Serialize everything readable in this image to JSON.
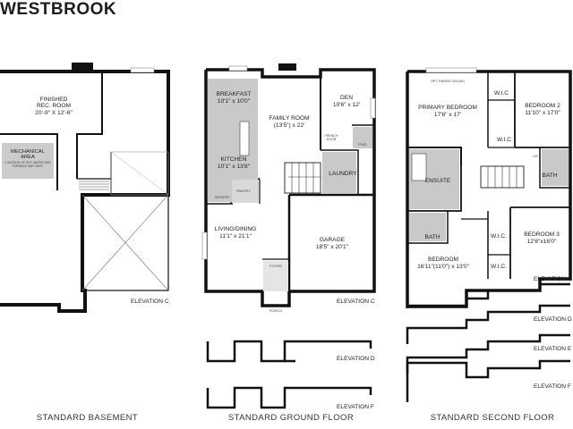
{
  "title": "WESTBROOK",
  "plans": {
    "basement": "STANDARD BASEMENT",
    "ground": "STANDARD GROUND FLOOR",
    "second": "STANDARD SECOND FLOOR"
  },
  "basement": {
    "rec_name": "FINISHED",
    "rec_name2": "REC. ROOM",
    "rec_dim": "20'-9\" X 12'-6\"",
    "mech_name": "MECHANICAL",
    "mech_name2": "AREA",
    "mech_note": "LOCATION OF HOT WATER AND",
    "mech_note2": "FURNACE MAY VARY",
    "elevation": "ELEVATION C"
  },
  "ground": {
    "breakfast": "BREAKFAST",
    "breakfast_dim": "10'1\" x 10'0\"",
    "family": "FAMILY ROOM",
    "family_dim": "(13'5\") x 22'",
    "den": "DEN",
    "den_dim": "10'6\" x 12'",
    "kitchen": "KITCHEN",
    "kitchen_dim": "10'1\" x 13'8\"",
    "laundry": "LAUNDRY",
    "living": "LIVING/DINING",
    "living_dim": "11'1\" x 21'1\"",
    "garage": "GARAGE",
    "garage_dim": "18'5\" x 20'1\"",
    "foyer": "FOYER",
    "porch": "PORCH",
    "pantry": "PANTRY",
    "servery": "SERVERY",
    "french_door": "FRENCH",
    "french_door2": "DOOR",
    "pwd": "PWD",
    "elev_c": "ELEVATION C",
    "elev_d": "ELEVATION D",
    "elev_f": "ELEVATION F"
  },
  "second": {
    "opt_ceiling": "OPT. RAISED CEILING",
    "primary": "PRIMARY BEDROOM",
    "primary_dim": "17'6\" x 17'",
    "wic1": "W.I.C",
    "bed2": "BEDROOM 2",
    "bed2_dim": "11'10\" x 17'0\"",
    "wic2": "W.I.C",
    "ensuite": "ENSUITE",
    "bath1": "BATH",
    "bath2": "BATH",
    "bed3": "BEDROOM 3",
    "bed3_dim": "12'6\"x16'0\"",
    "wic3": "W.I.C.",
    "wic4": "W.I.C.",
    "bedroom": "BEDROOM",
    "bedroom_dim": "16'11\"(11'0\") x 13'0\"",
    "lin": "LIN",
    "elev_c": "ELEVATION C",
    "elev_d": "ELEVATION D",
    "elev_e": "ELEVATION E",
    "elev_f": "ELEVATION F"
  }
}
